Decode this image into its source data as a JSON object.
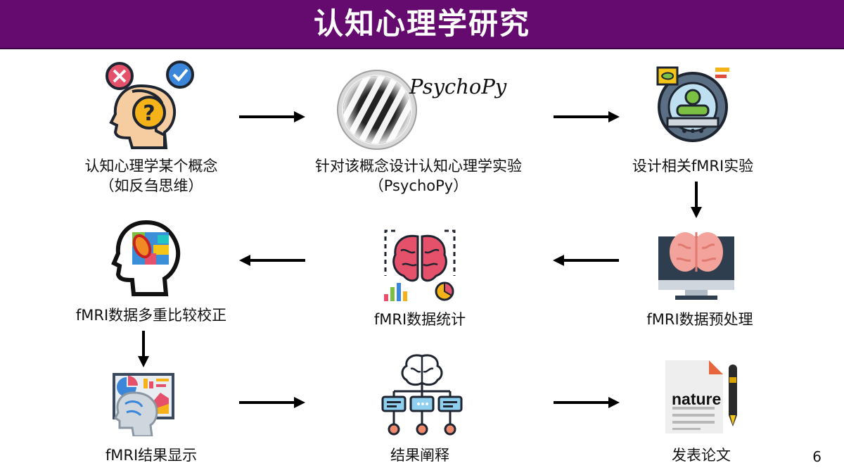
{
  "header": {
    "title": "认知心理学研究"
  },
  "steps": [
    {
      "label": "认知心理学某个概念",
      "sub": "（如反刍思维）",
      "icon": "thinking-head-icon"
    },
    {
      "label": "针对该概念设计认知心理学实验",
      "sub": "（PsychoPy）",
      "icon": "psychopy-grating-icon",
      "logo_text": "PsychoPy"
    },
    {
      "label": "设计相关fMRI实验",
      "icon": "mri-scanner-icon"
    },
    {
      "label": "fMRI数据预处理",
      "icon": "brain-monitor-icon"
    },
    {
      "label": "fMRI数据统计",
      "icon": "brain-statistics-icon"
    },
    {
      "label": "fMRI数据多重比较校正",
      "icon": "head-activation-map-icon"
    },
    {
      "label": "fMRI结果显示",
      "icon": "head-charts-icon"
    },
    {
      "label": "结果阐释",
      "icon": "brain-network-icon"
    },
    {
      "label": "发表论文",
      "icon": "nature-paper-pen-icon",
      "logo_text": "nature"
    }
  ],
  "page_number": "6",
  "colors": {
    "header_bg": "#650a6e",
    "arrow": "#000000"
  }
}
